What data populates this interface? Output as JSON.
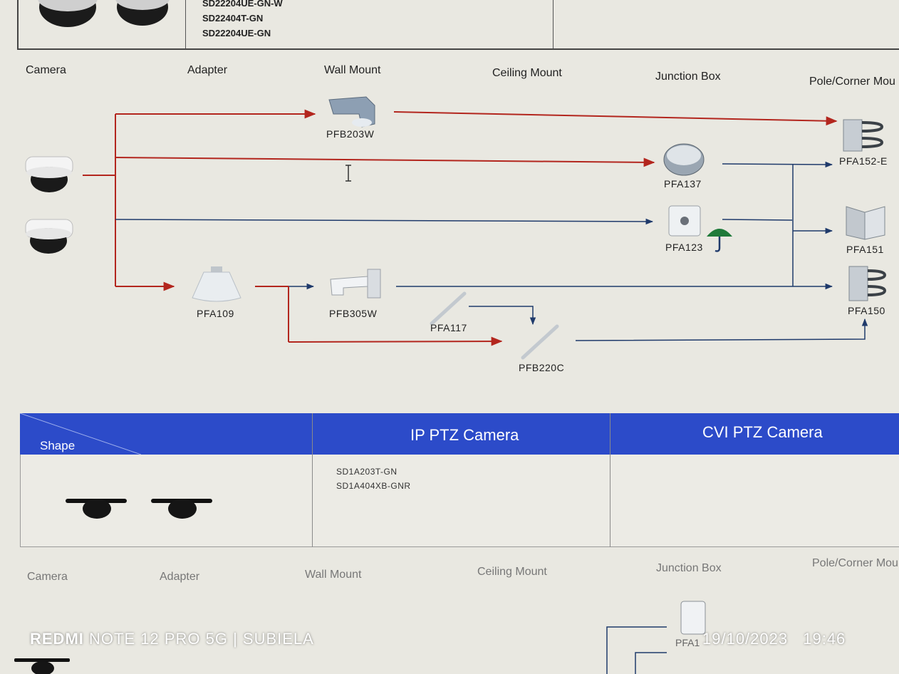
{
  "top_table": {
    "models": [
      "SD22204UE-GN-W",
      "SD22404T-GN",
      "SD22204UE-GN"
    ]
  },
  "diagram1": {
    "headers": [
      "Camera",
      "Adapter",
      "Wall Mount",
      "Ceiling Mount",
      "Junction Box",
      "Pole/Corner Mou"
    ],
    "parts": {
      "pfb203w": "PFB203W",
      "pfa137": "PFA137",
      "pfa123": "PFA123",
      "pfa109": "PFA109",
      "pfb305w": "PFB305W",
      "pfa117": "PFA117",
      "pfb220c": "PFB220C",
      "pfa152e": "PFA152-E",
      "pfa151": "PFA151",
      "pfa150": "PFA150"
    },
    "colors": {
      "red_arrow": "#b3261e",
      "blue_arrow": "#1f3a6b"
    },
    "icons": {
      "umbrella": "umbrella-icon",
      "cursor": "text-cursor-icon"
    }
  },
  "ptz_table": {
    "shape_label": "Shape",
    "ip_title": "IP PTZ Camera",
    "cvi_title": "CVI PTZ Camera",
    "ip_models": [
      "SD1A203T-GN",
      "SD1A404XB-GNR"
    ],
    "header_color": "#2c4bc9"
  },
  "diagram2": {
    "headers": [
      "Camera",
      "Adapter",
      "Wall Mount",
      "Ceiling Mount",
      "Junction Box",
      "Pole/Corner Mou"
    ],
    "partial_label": "PFA1"
  },
  "watermark": {
    "brand": "REDMI",
    "device": "NOTE 12 PRO 5G | SUBIELA",
    "date": "19/10/2023",
    "time": "19:46"
  }
}
